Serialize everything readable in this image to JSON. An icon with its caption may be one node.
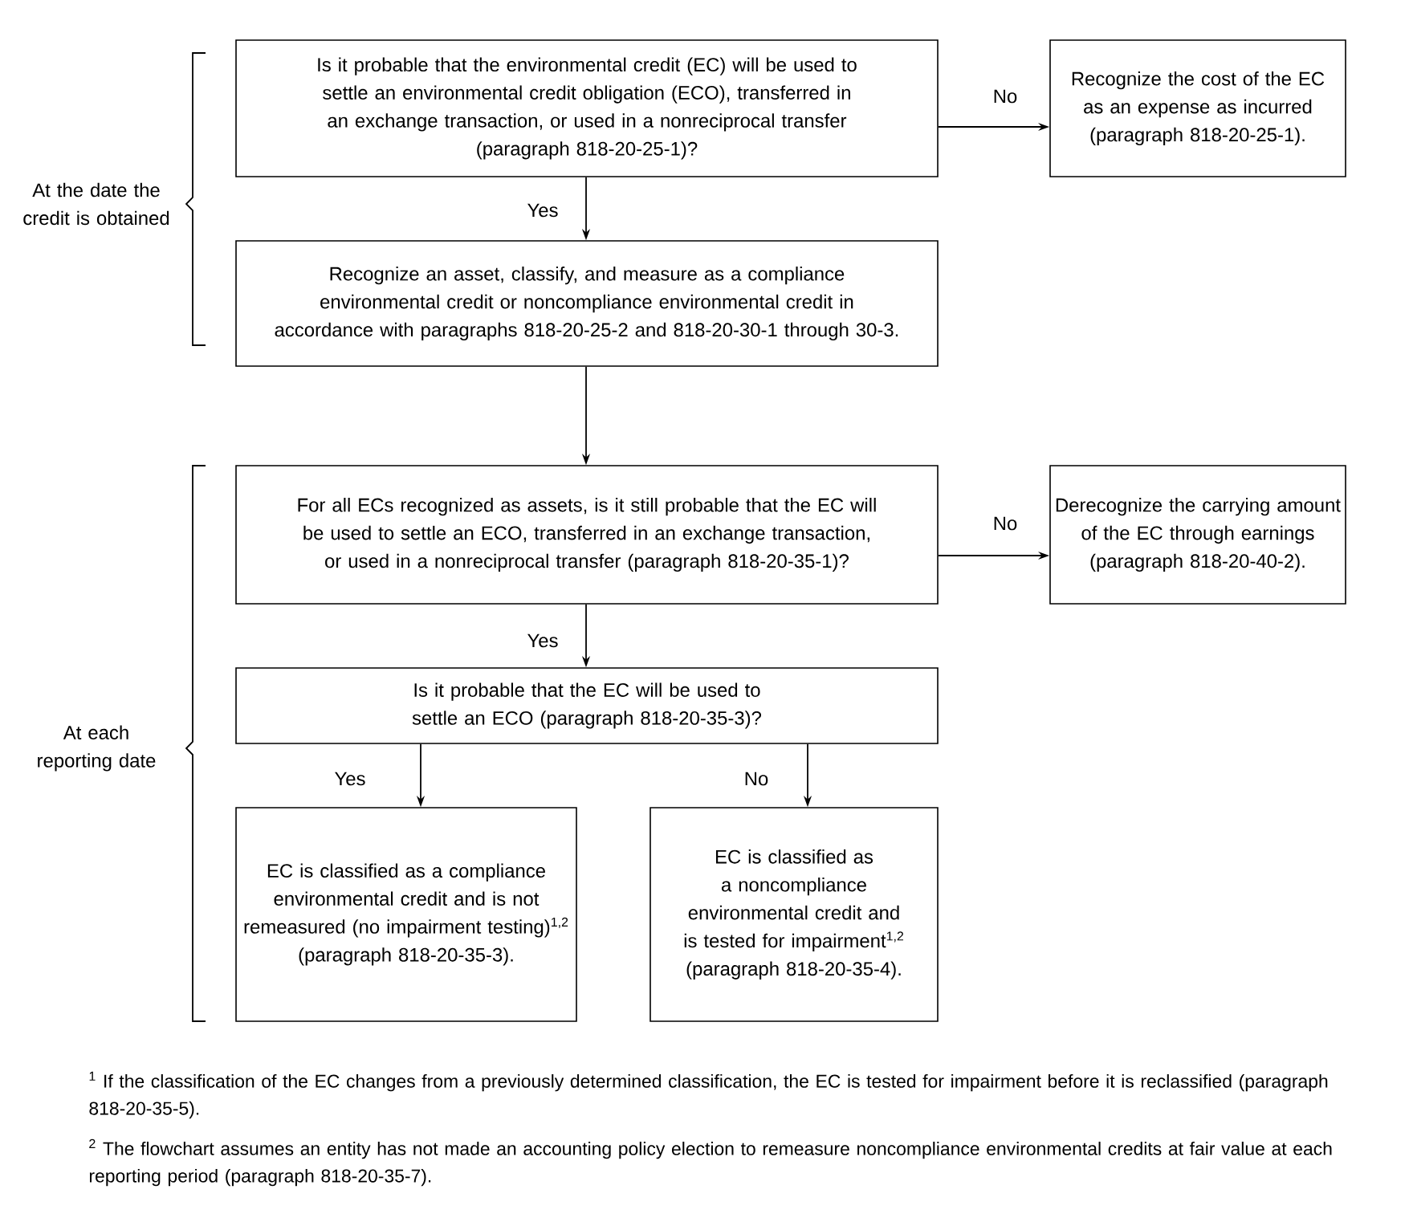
{
  "diagram": {
    "nodes": [
      {
        "text": [
          "Is it probable that the environmental credit (EC) will be used to settle an environmental credit obligation (ECO), transferred in an exchange transaction, or used in a nonreciprocal transfer",
          "(paragraph 818-20-25-1)?"
        ]
      },
      {
        "text": [
          "Recognize the cost of the EC as an expense as incurred",
          "(paragraph 818-20-25-1)."
        ]
      },
      {
        "text": [
          "Recognize an asset, classify, and measure as a compliance environmental credit or noncompliance environmental credit in accordance with paragraphs 818-20-25-2 and 818-20-30-1 through 30-3."
        ]
      },
      {
        "text": [
          "For all ECs recognized as assets, is it still probable that the EC will be used to settle an ECO, transferred in an exchange transaction, or used in a nonreciprocal transfer (paragraph 818-20-35-1)?"
        ]
      },
      {
        "text": [
          "Derecognize the carrying amount of the EC through earnings",
          "(paragraph 818-20-40-2)."
        ]
      },
      {
        "text": [
          "Is it probable that the EC will be used to settle an ECO (paragraph 818-20-35-3)?"
        ]
      },
      {
        "text": [
          "EC is classified as a compliance environmental credit and is not remeasured (no impairment testing)$^{1,2}$",
          "(paragraph 818-20-35-3)."
        ]
      },
      {
        "text": [
          "EC is classified as a noncompliance environmental credit and is tested for impairment$^{1,2}$",
          "(paragraph 818-20-35-4)."
        ]
      }
    ],
    "edges": [
      {
        "from": 0,
        "to": 1,
        "arrow": "to",
        "label": "No"
      },
      {
        "from": 0,
        "to": 2,
        "arrow": "to",
        "label": "Yes"
      },
      {
        "from": 2,
        "to": 3,
        "arrow": "to"
      },
      {
        "from": 3,
        "to": 4,
        "arrow": "to",
        "label": "No"
      },
      {
        "from": 3,
        "to": 5,
        "arrow": "to",
        "label": "Yes"
      },
      {
        "from": 5,
        "to": 6,
        "arrow": "to",
        "label": "Yes"
      },
      {
        "from": 5,
        "to": 7,
        "arrow": "to",
        "label": "No"
      }
    ],
    "labels": [
      "At the date the credit is obtained",
      "At each reporting date",
      "$^{1}$ If the classification of the EC changes from a previously determined classification, the EC is tested for impairment before it is reclassified (paragraph 818-20-35-5).",
      "$^{2}$ The flowchart assumes an entity has not made an accounting policy election to remeasure noncompliance environmental credits at fair value at each reporting period (paragraph 818-20-35-7)."
    ]
  }
}
